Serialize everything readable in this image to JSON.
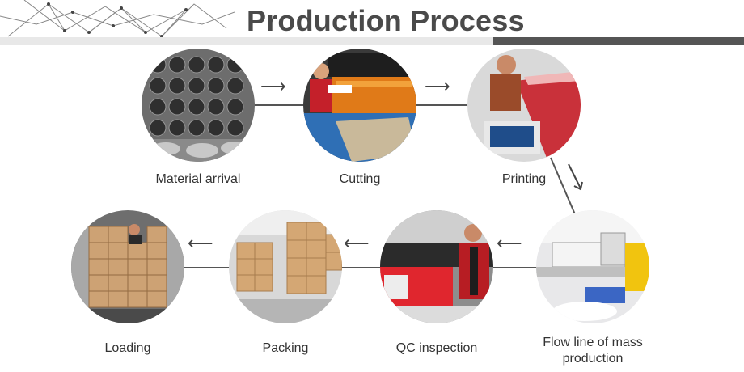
{
  "header": {
    "title": "Production Process"
  },
  "steps": [
    {
      "id": "material-arrival",
      "label": "Material arrival"
    },
    {
      "id": "cutting",
      "label": "Cutting"
    },
    {
      "id": "printing",
      "label": "Printing"
    },
    {
      "id": "flow-line",
      "label_line1": "Flow line of mass",
      "label_line2": "production"
    },
    {
      "id": "qc-inspection",
      "label": "QC inspection"
    },
    {
      "id": "packing",
      "label": "Packing"
    },
    {
      "id": "loading",
      "label": "Loading"
    }
  ],
  "icons": {
    "arrow_right": "arrow-right-icon",
    "arrow_left": "arrow-left-icon",
    "arrow_diagonal": "arrow-down-right-icon"
  },
  "colors": {
    "title": "#4a4a4a",
    "bar": "#555555",
    "connector": "#555555"
  }
}
